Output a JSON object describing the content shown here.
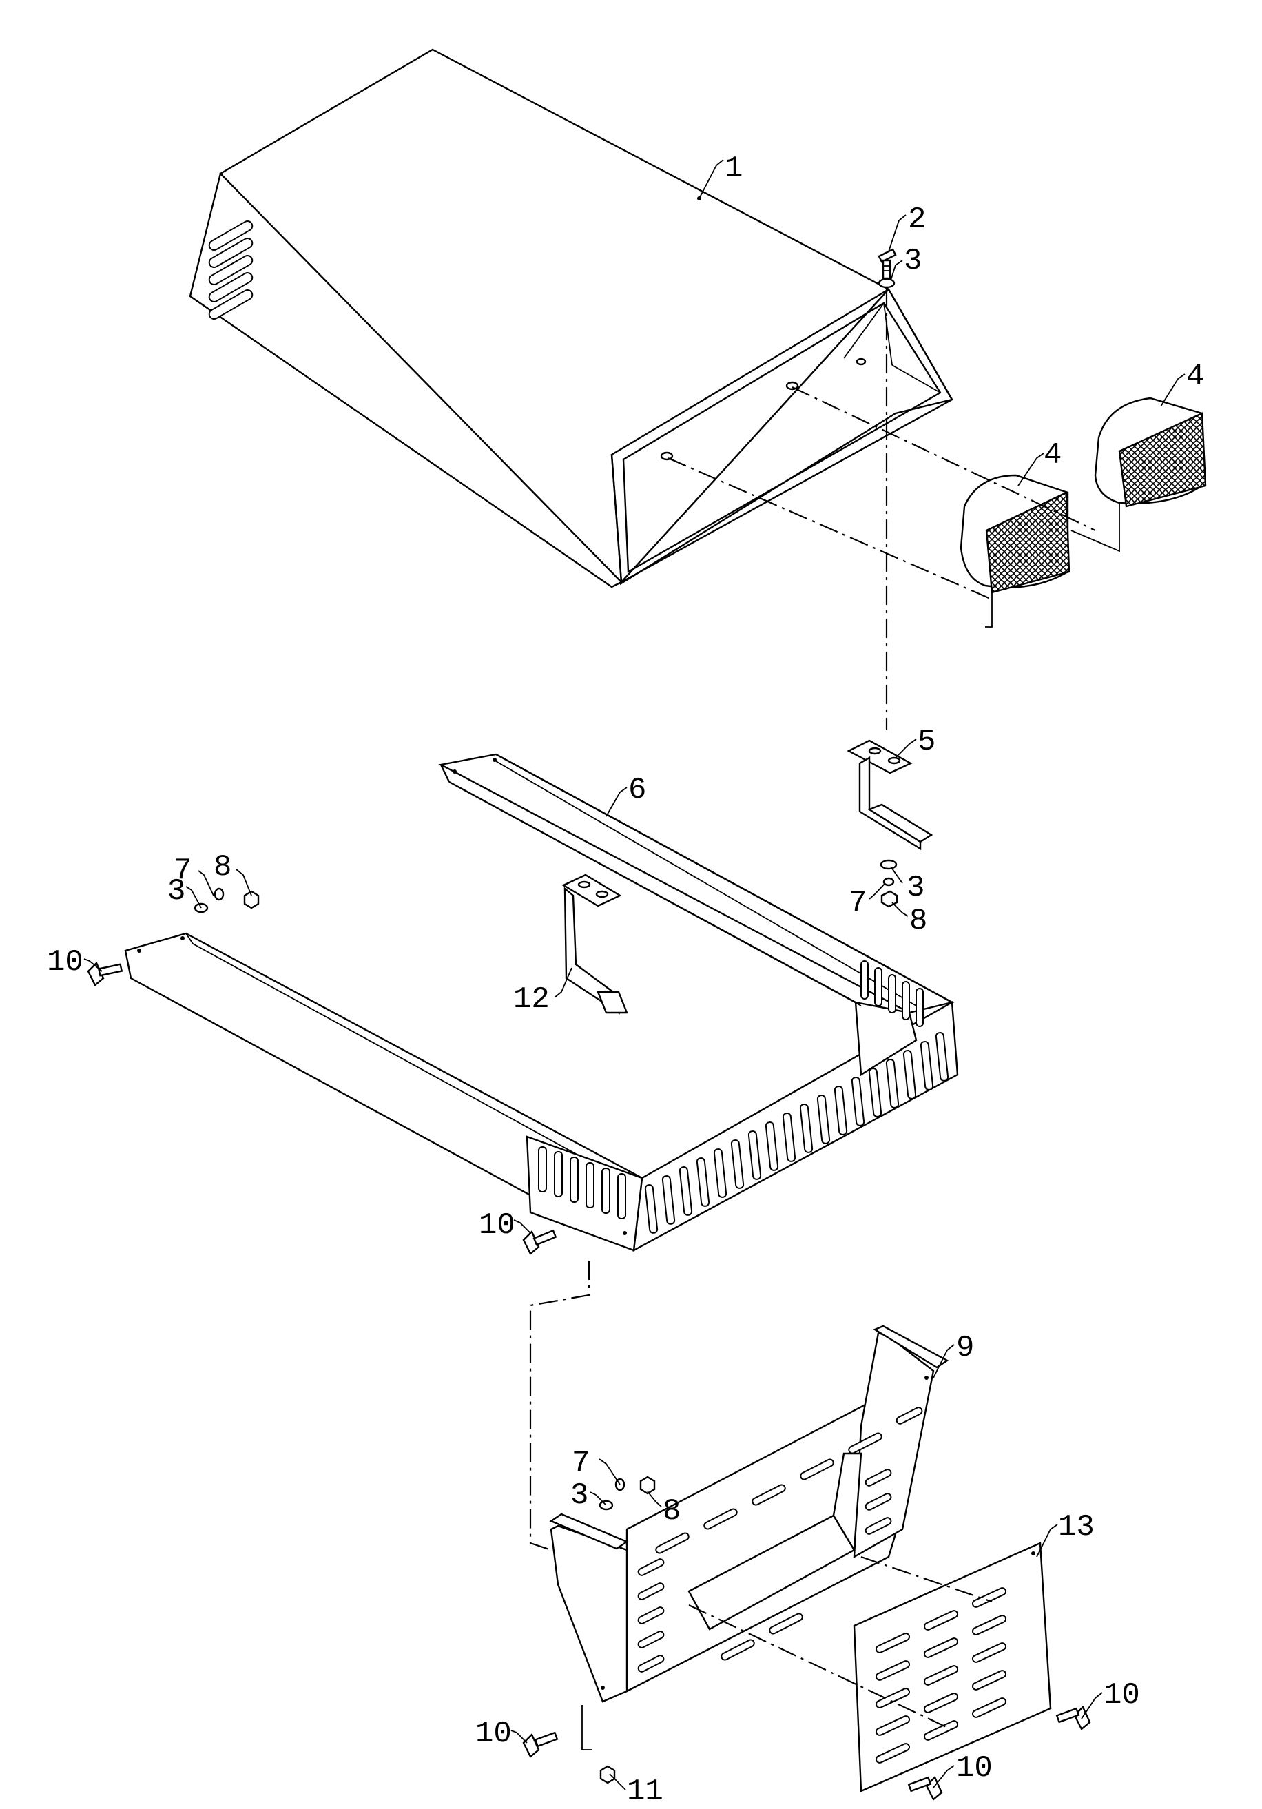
{
  "labels": {
    "p1": "1",
    "p2": "2",
    "p3a": "3",
    "p4a": "4",
    "p4b": "4",
    "p5": "5",
    "p6": "6",
    "p7a": "7",
    "p8a": "8",
    "p3b": "3",
    "p3c": "3",
    "p7b": "7",
    "p8b": "8",
    "p10a": "10",
    "p12": "12",
    "p10b": "10",
    "p9": "9",
    "p7c": "7",
    "p3d": "3",
    "p8c": "8",
    "p13": "13",
    "p10c": "10",
    "p10d": "10",
    "p10e": "10",
    "p11": "11"
  }
}
